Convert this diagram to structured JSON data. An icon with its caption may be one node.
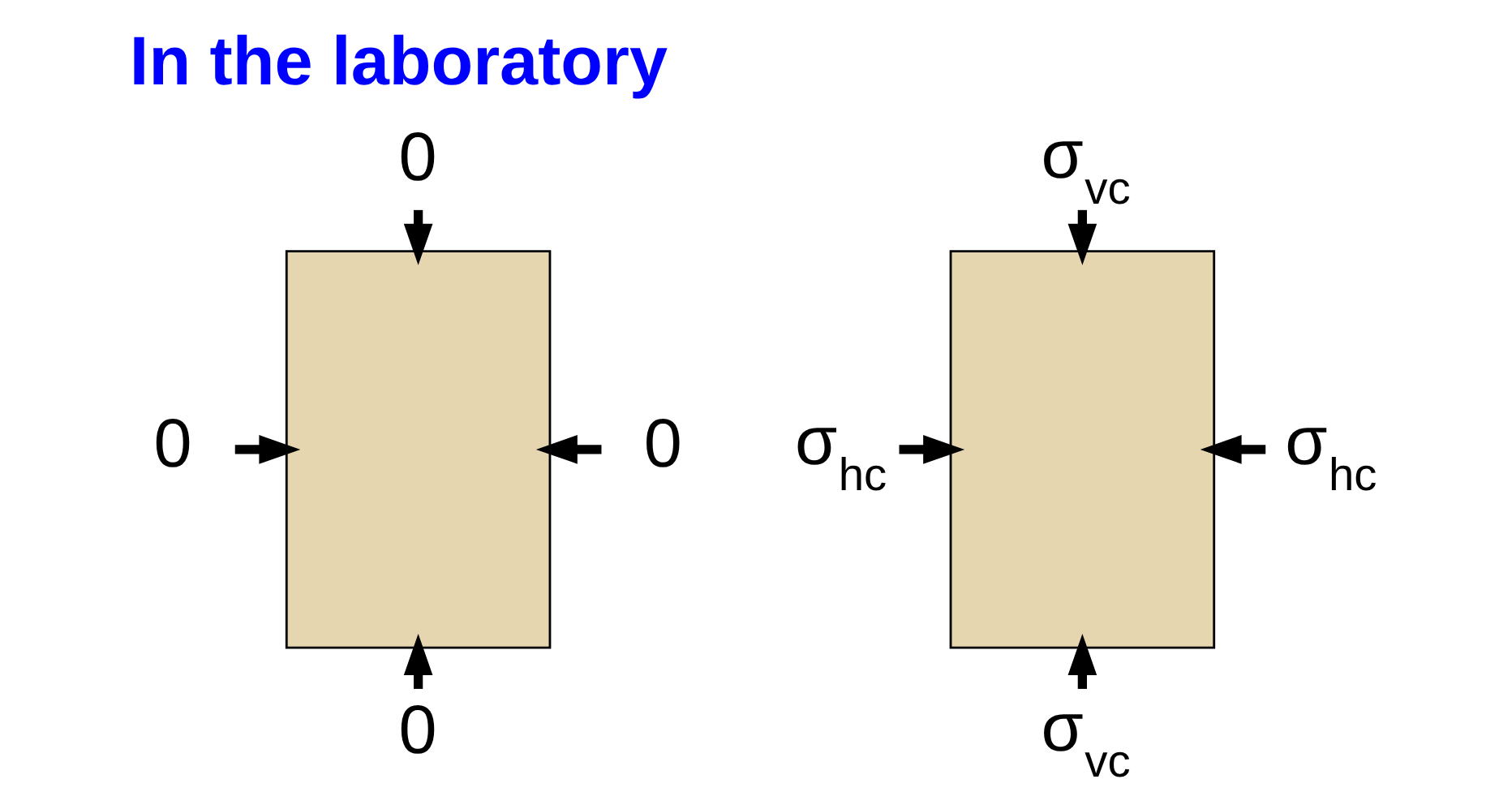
{
  "diagram": {
    "title": "In the laboratory",
    "nodes": [
      {
        "text": [
          "0"
        ]
      },
      {
        "text": [
          "0"
        ]
      },
      {
        "text": [],
        "shape": "box"
      },
      {
        "text": [
          "0"
        ]
      },
      {
        "text": [
          "0"
        ]
      },
      {
        "text": [
          "σ$_{vc}$"
        ]
      },
      {
        "text": [
          "σ$_{hc}$"
        ]
      },
      {
        "text": [],
        "shape": "box"
      },
      {
        "text": [
          "σ$_{hc}$"
        ]
      },
      {
        "text": [
          "σ$_{vc}$"
        ]
      }
    ],
    "edges": [
      {
        "from": 0,
        "to": 2,
        "arrow": "to"
      },
      {
        "from": 1,
        "to": 2,
        "arrow": "to"
      },
      {
        "from": 3,
        "to": 2,
        "arrow": "to"
      },
      {
        "from": 4,
        "to": 2,
        "arrow": "to"
      },
      {
        "from": 5,
        "to": 7,
        "arrow": "to"
      },
      {
        "from": 6,
        "to": 7,
        "arrow": "to"
      },
      {
        "from": 8,
        "to": 7,
        "arrow": "to"
      },
      {
        "from": 9,
        "to": 7,
        "arrow": "to"
      }
    ]
  }
}
